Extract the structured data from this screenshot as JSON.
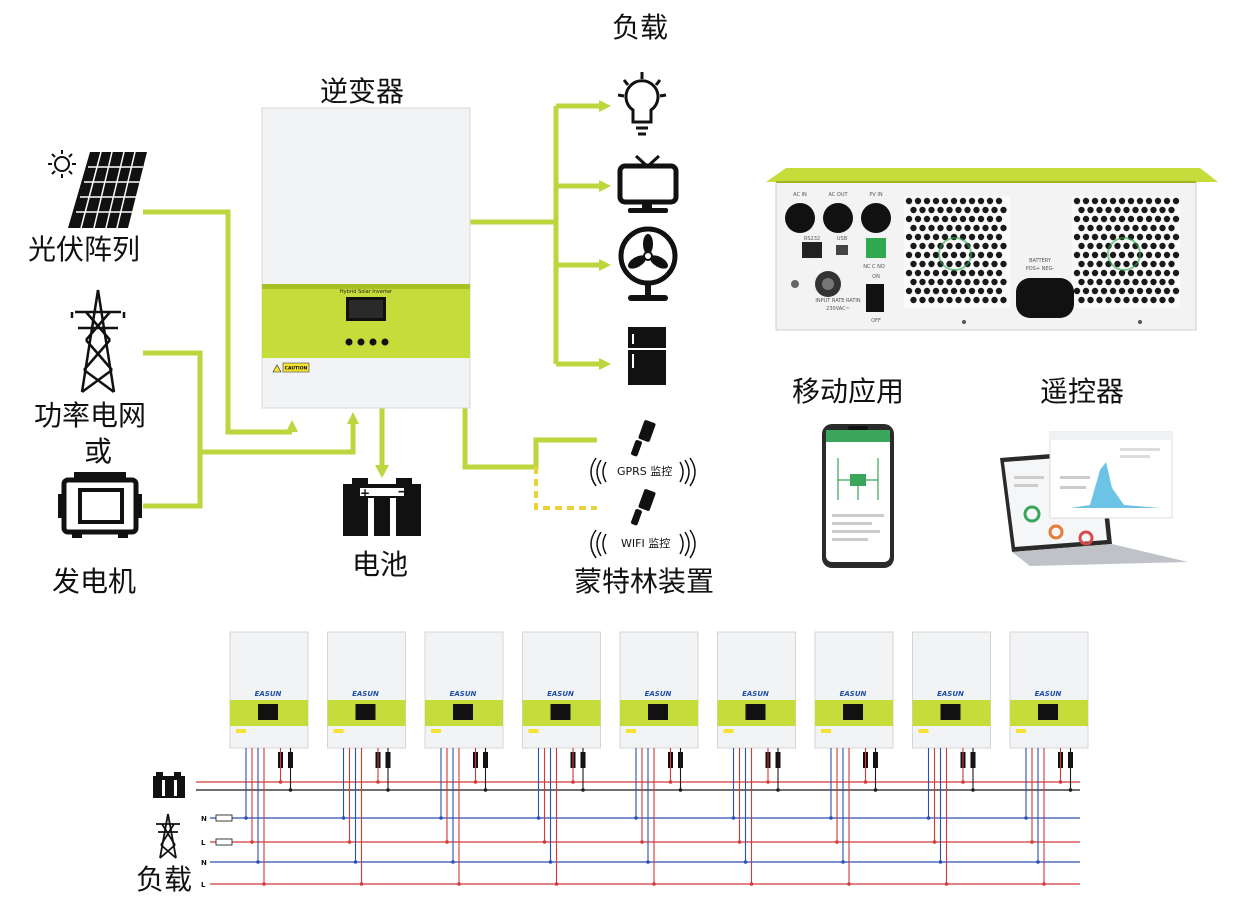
{
  "labels": {
    "pv_array": "光伏阵列",
    "grid": "功率电网",
    "or": "或",
    "generator": "发电机",
    "inverter": "逆变器",
    "battery": "电池",
    "load_top": "负载",
    "monitor_device": "蒙特林装置",
    "mobile_app": "移动应用",
    "remote_control": "遥控器",
    "load_bottom": "负载"
  },
  "monitor": {
    "gprs": "GPRS 监控",
    "wifi": "WIFI 监控"
  },
  "inverter_panel": {
    "model": "Hybrid Solar Inverter",
    "caution": "CAUTION"
  },
  "back_panel": {
    "ac_in": "AC IN",
    "ac_out": "AC OUT",
    "pv_in": "PV IN",
    "rs232": "RS232",
    "usb": "USB",
    "nc_c_no": "NC C NO",
    "on": "ON",
    "off": "OFF",
    "battery": "BATTERY",
    "pos_neg": "POS+  NEG-",
    "input_rating": "INPUT RATE RATIN 230VAC~"
  },
  "parallel": {
    "brand": "EASUN",
    "unit_count": 9,
    "line_labels": [
      "N",
      "L",
      "N",
      "L"
    ]
  },
  "colors": {
    "accent_green": "#c5dc3a",
    "line_green": "#bdd63d",
    "dashed_yellow": "#e8d33a",
    "battery_red": "#d23a3a",
    "wire_blue": "#2c4fb5",
    "wire_black": "#1a1a1a"
  }
}
